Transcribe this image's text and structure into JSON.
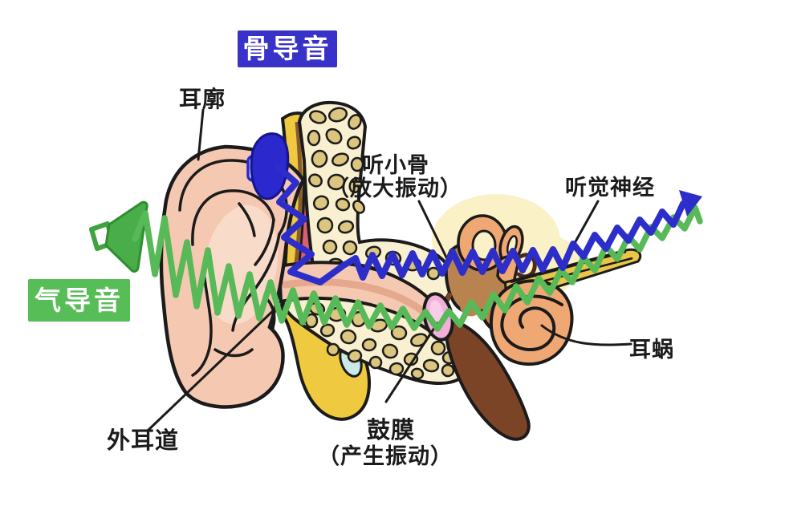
{
  "diagram": {
    "badges": {
      "bone": {
        "label": "骨导音"
      },
      "air": {
        "label": "气导音"
      }
    },
    "labels": {
      "auricle": "耳廓",
      "ossicles_1": "听小骨",
      "ossicles_2": "（放大振动）",
      "auditory_nerve": "听觉神经",
      "cochlea": "耳蜗",
      "ear_canal": "外耳道",
      "eardrum_1": "鼓膜",
      "eardrum_2": "（产生振动）"
    },
    "icons": {
      "speaker": "speaker-icon",
      "bone_conduction_device": "bone-conduction-device-icon",
      "wave_arrow": "arrow-up-right-icon"
    },
    "colors": {
      "bone-wave": "#2D2DC9",
      "air-wave": "#58B958",
      "bone-badge": "#3832C9",
      "air-badge": "#57BD57",
      "skin": "#F5C8B2",
      "cartilage": "#EFC93F",
      "muscle": "#D9606E",
      "bone-cream": "#F8F0D0",
      "bone-spot": "#DCC57E",
      "ossicle": "#B98350",
      "deep-brown": "#7B4427",
      "cochlea": "#EFA873",
      "nerve": "#E9C64A",
      "eardrum": "#F2AFD9",
      "speaker": "#49AD49"
    }
  }
}
